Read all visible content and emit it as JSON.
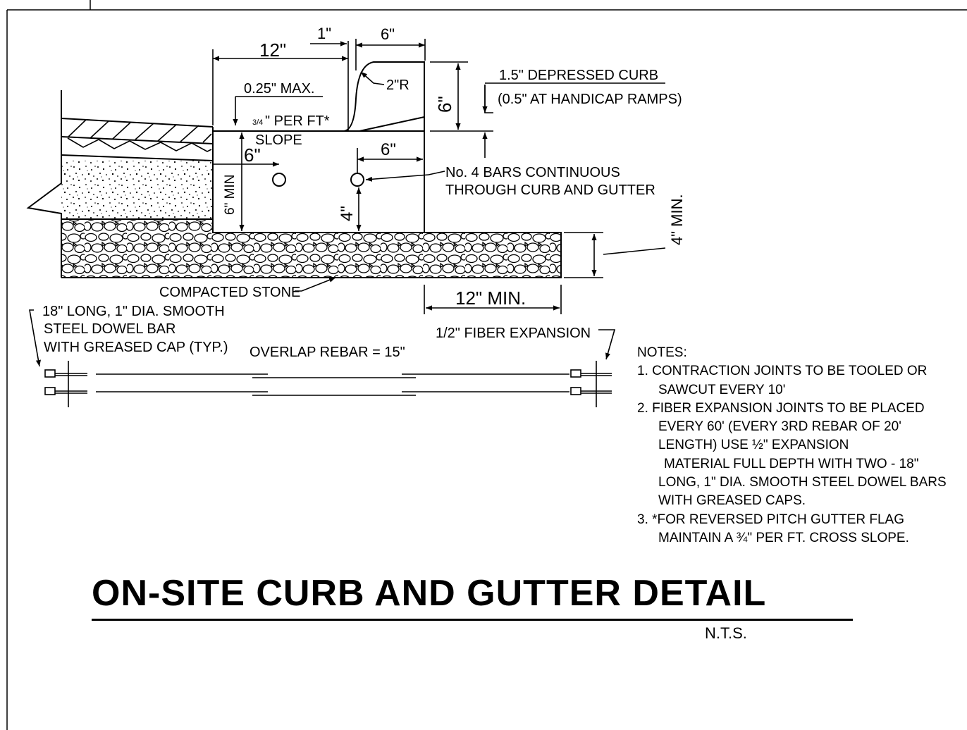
{
  "drawing": {
    "dims": {
      "width_12": "12\"",
      "gap_1": "1\"",
      "top_6": "6\"",
      "radius": "2\"R",
      "max_025": "0.25\" MAX.",
      "slope_frac": "3/4",
      "slope_rest": "\" PER FT*",
      "slope_word": "SLOPE",
      "bar_offset_6": "6\"",
      "inner_6": "6\"",
      "min_6": "6\" MIN",
      "bar_height_4": "4\"",
      "curb_height_6": "6\"",
      "stone_min": "4\" MIN.",
      "width_12_min": "12\"  MIN."
    },
    "labels": {
      "depressed_1": "1.5\" DEPRESSED CURB",
      "depressed_2": "(0.5\" AT HANDICAP RAMPS)",
      "bars_1": "No. 4 BARS CONTINUOUS",
      "bars_2": "THROUGH CURB AND GUTTER",
      "stone": "COMPACTED STONE",
      "dowel_1": "18\" LONG, 1\" DIA. SMOOTH",
      "dowel_2": "STEEL DOWEL BAR",
      "dowel_3": "WITH GREASED CAP (TYP.)",
      "overlap": "OVERLAP REBAR = 15\"",
      "fiber": "1/2\" FIBER EXPANSION"
    }
  },
  "notes": {
    "heading": "NOTES:",
    "n1a": "1. CONTRACTION JOINTS TO BE TOOLED OR",
    "n1b": "SAWCUT EVERY 10'",
    "n2a": "2. FIBER EXPANSION JOINTS TO BE PLACED",
    "n2b": "EVERY 60' (EVERY 3RD REBAR OF 20'",
    "n2c": "LENGTH) USE ½\" EXPANSION",
    "n2d": "MATERIAL FULL DEPTH WITH TWO - 18\"",
    "n2e": "LONG, 1\" DIA. SMOOTH STEEL DOWEL BARS",
    "n2f": "WITH GREASED CAPS.",
    "n3a": "3. *FOR REVERSED PITCH GUTTER FLAG",
    "n3b": "MAINTAIN A ¾\" PER FT. CROSS SLOPE."
  },
  "title": "ON-SITE CURB AND GUTTER DETAIL",
  "scale": "N.T.S."
}
